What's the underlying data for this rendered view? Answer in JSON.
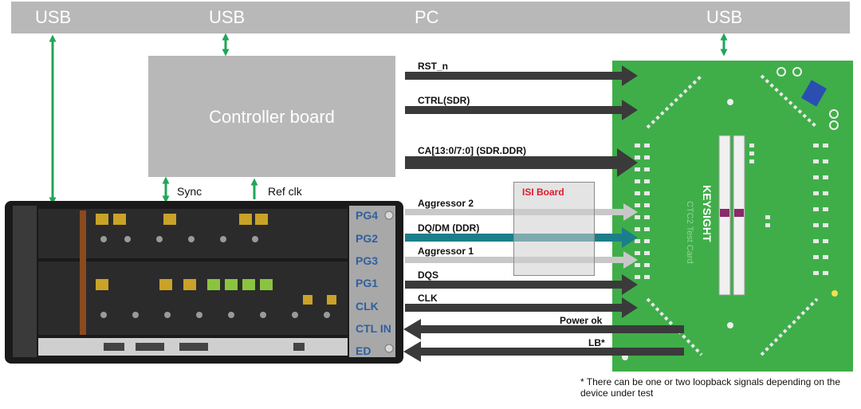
{
  "pc_bar": {
    "usb_left": "USB",
    "usb_mid": "USB",
    "pc": "PC",
    "usb_right": "USB"
  },
  "controller": {
    "label": "Controller board"
  },
  "links": {
    "sync": "Sync",
    "ref_clk": "Ref clk"
  },
  "signals": {
    "rst_n": "RST_n",
    "ctrl": "CTRL(SDR)",
    "ca": "CA[13:0/7:0] (SDR.DDR)",
    "aggressor2": "Aggressor 2",
    "dq": "DQ/DM (DDR)",
    "aggressor1": "Aggressor 1",
    "dqs": "DQS",
    "clk": "CLK",
    "power_ok": "Power ok",
    "lb": "LB*"
  },
  "ports": [
    "PG4",
    "PG2",
    "PG3",
    "PG1",
    "CLK",
    "CTL IN",
    "ED"
  ],
  "isi_board": {
    "label": "ISI Board"
  },
  "test_card": {
    "brand": "KEYSIGHT",
    "title": "CTC2 Test Card"
  },
  "footnote": "* There can be one or two loopback signals depending on the device under test",
  "colors": {
    "gray_bar": "#b8b8b8",
    "arrow_dark": "#3a3a3a",
    "arrow_green": "#20a65a",
    "arrow_light": "#c8c8c8",
    "arrow_teal": "#1b7f8a",
    "pcb_green": "#3fae49",
    "port_blue": "#2f5fa0",
    "isi_red": "#e0192d"
  }
}
